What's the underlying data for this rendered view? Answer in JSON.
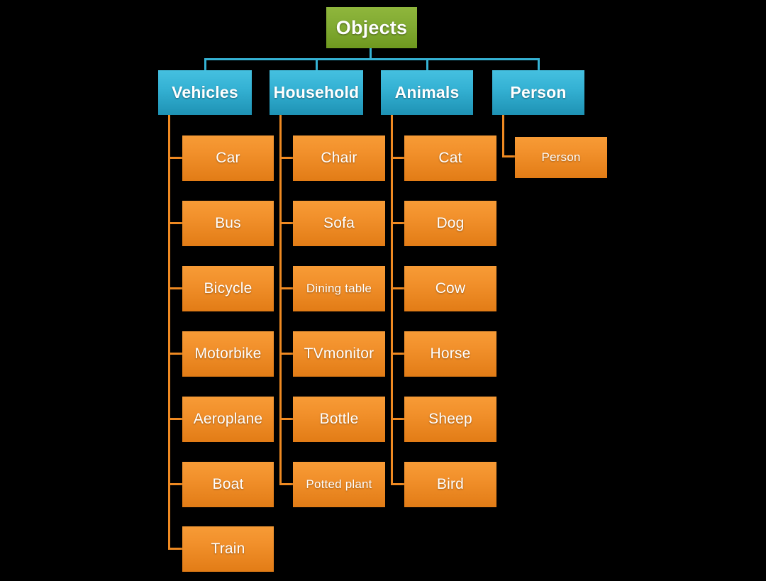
{
  "diagram": {
    "title": "Objects",
    "type": "hierarchy-tree",
    "colors": {
      "background": "#000000",
      "root_box": "#82ab33",
      "category_box": "#35b2d4",
      "leaf_box": "#f2912c",
      "blue_connector": "#35b2d4",
      "orange_connector": "#ef8a22",
      "text": "#ffffff"
    },
    "root": {
      "label": "Objects"
    },
    "categories": [
      {
        "label": "Vehicles",
        "children": [
          {
            "label": "Car"
          },
          {
            "label": "Bus"
          },
          {
            "label": "Bicycle"
          },
          {
            "label": "Motorbike"
          },
          {
            "label": "Aeroplane"
          },
          {
            "label": "Boat"
          },
          {
            "label": "Train"
          }
        ]
      },
      {
        "label": "Household",
        "children": [
          {
            "label": "Chair"
          },
          {
            "label": "Sofa"
          },
          {
            "label": "Dining table"
          },
          {
            "label": "TVmonitor"
          },
          {
            "label": "Bottle"
          },
          {
            "label": "Potted plant"
          }
        ]
      },
      {
        "label": "Animals",
        "children": [
          {
            "label": "Cat"
          },
          {
            "label": "Dog"
          },
          {
            "label": "Cow"
          },
          {
            "label": "Horse"
          },
          {
            "label": "Sheep"
          },
          {
            "label": "Bird"
          }
        ]
      },
      {
        "label": "Person",
        "children": [
          {
            "label": "Person"
          }
        ]
      }
    ]
  }
}
